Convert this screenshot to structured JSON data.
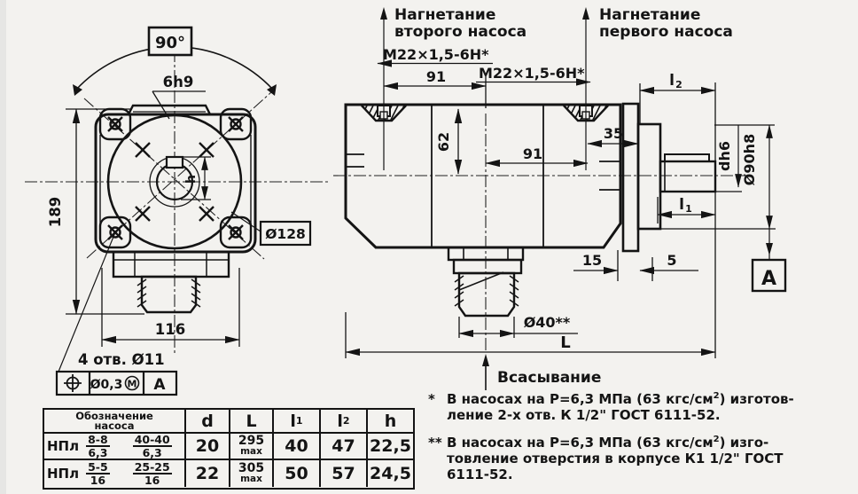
{
  "front_view": {
    "angle": "90°",
    "keyway": "6h9",
    "dim_height": "189",
    "dim_width": "116",
    "holes_note": "4 отв. Ø11",
    "tolerance_value": "Ø0,3",
    "tolerance_modifier": "M",
    "tolerance_datum": "A",
    "spigot_dia": "Ø128",
    "key_height": "h"
  },
  "side_view": {
    "discharge_second": {
      "line1": "Нагнетание",
      "line2": "второго насоса"
    },
    "discharge_first": {
      "line1": "Нагнетание",
      "line2": "первого насоса"
    },
    "thread_left": "M22×1,5-6H*",
    "thread_right": "M22×1,5-6H*",
    "dim_91_top": "91",
    "dim_91_mid": "91",
    "dim_62": "62",
    "dim_35": "35",
    "dim_15": "15",
    "dim_5": "5",
    "dim_l1": {
      "base": "l",
      "sub": "1"
    },
    "dim_l2": {
      "base": "l",
      "sub": "2"
    },
    "shaft_dia": "dh6",
    "flange_spigot_dia": "Ø90h8",
    "view_label": "A",
    "suction_dia": "Ø40**",
    "overall_length": "L",
    "suction_label": "Всасывание"
  },
  "table": {
    "header": {
      "designation_line1": "Обозначение",
      "designation_line2": "насоса",
      "d": "d",
      "L": "L",
      "l1": {
        "base": "l",
        "sub": "1"
      },
      "l2": {
        "base": "l",
        "sub": "2"
      },
      "h": "h"
    },
    "rows": [
      {
        "prefix": "НПл",
        "frac1_num": "8-8",
        "frac1_den": "6,3",
        "frac2_num": "40-40",
        "frac2_den": "6,3",
        "d": "20",
        "L_value": "295",
        "L_note": "max",
        "l1": "40",
        "l2": "47",
        "h": "22,5"
      },
      {
        "prefix": "НПл",
        "frac1_num": "5-5",
        "frac1_den": "16",
        "frac2_num": "25-25",
        "frac2_den": "16",
        "d": "22",
        "L_value": "305",
        "L_note": "max",
        "l1": "50",
        "l2": "57",
        "h": "24,5"
      }
    ]
  },
  "footnotes": [
    {
      "marker": "*",
      "line1_pre": "В насосах на Р=6,3 МПа (63 кгс/см",
      "line1_sup": "2",
      "line1_post": ") изготов-",
      "line2": "ление 2-х отв. К 1/2\" ГОСТ 6111-52.",
      "line3": ""
    },
    {
      "marker": "**",
      "line1_pre": "В насосах на Р=6,3 МПа (63 кгс/см",
      "line1_sup": "2",
      "line1_post": ") изго-",
      "line2": "товление отверстия в корпусе К1 1/2\" ГОСТ",
      "line3": "6111-52."
    }
  ]
}
